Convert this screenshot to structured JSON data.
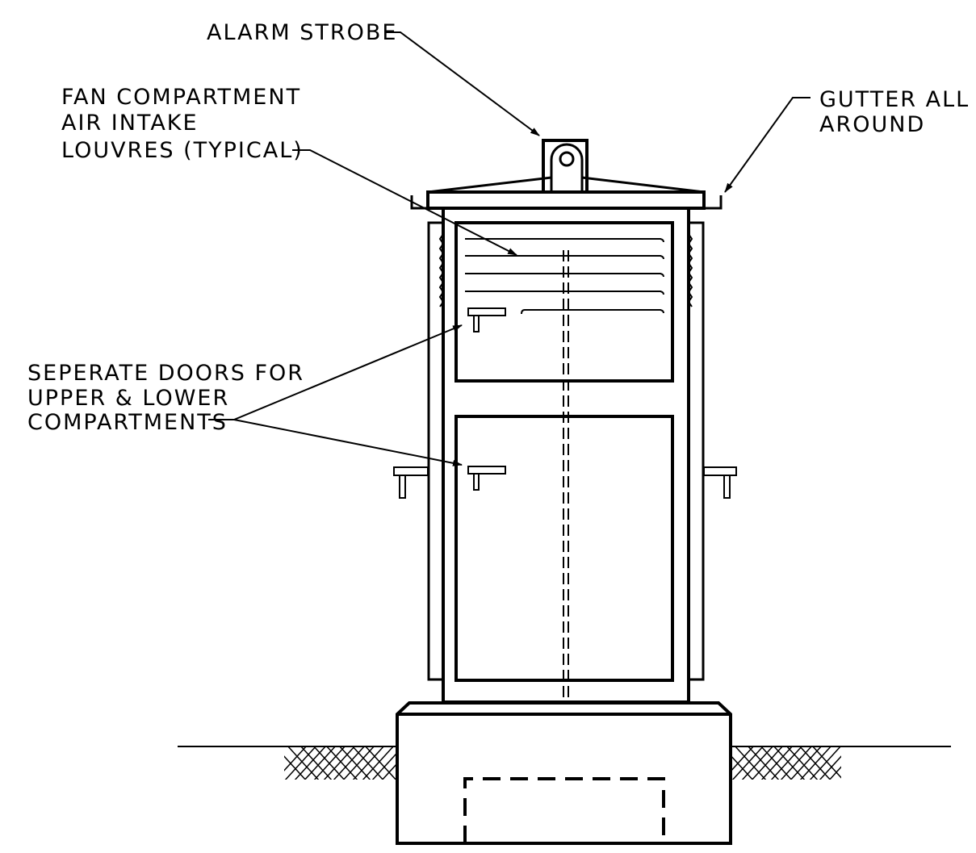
{
  "labels": {
    "alarm_strobe": "ALARM STROBE",
    "fan_compartment": [
      "FAN COMPARTMENT",
      "AIR INTAKE",
      "LOUVRES (TYPICAL)"
    ],
    "gutter": [
      "GUTTER ALL",
      "AROUND"
    ],
    "doors": [
      "SEPERATE DOORS FOR",
      "UPPER & LOWER",
      "COMPARTMENTS"
    ]
  },
  "colors": {
    "line": "#000000",
    "background": "#ffffff"
  }
}
